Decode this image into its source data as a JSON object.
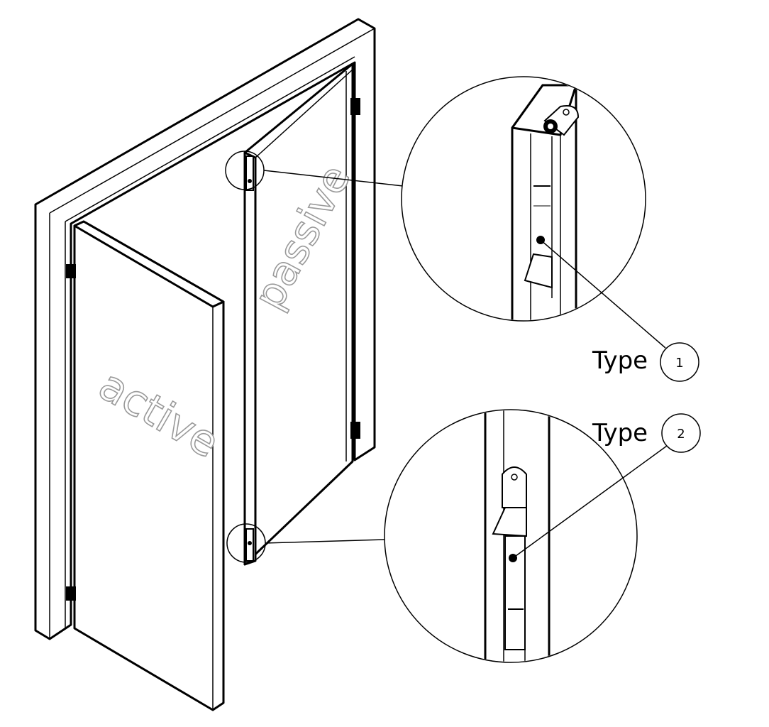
{
  "diagram": {
    "active_leaf_label": "active",
    "passive_leaf_label": "passive",
    "callouts": [
      {
        "label": "Type",
        "number": "1"
      },
      {
        "label": "Type",
        "number": "2"
      }
    ],
    "icons": [
      "hinge-icon",
      "flush-bolt-icon"
    ]
  }
}
